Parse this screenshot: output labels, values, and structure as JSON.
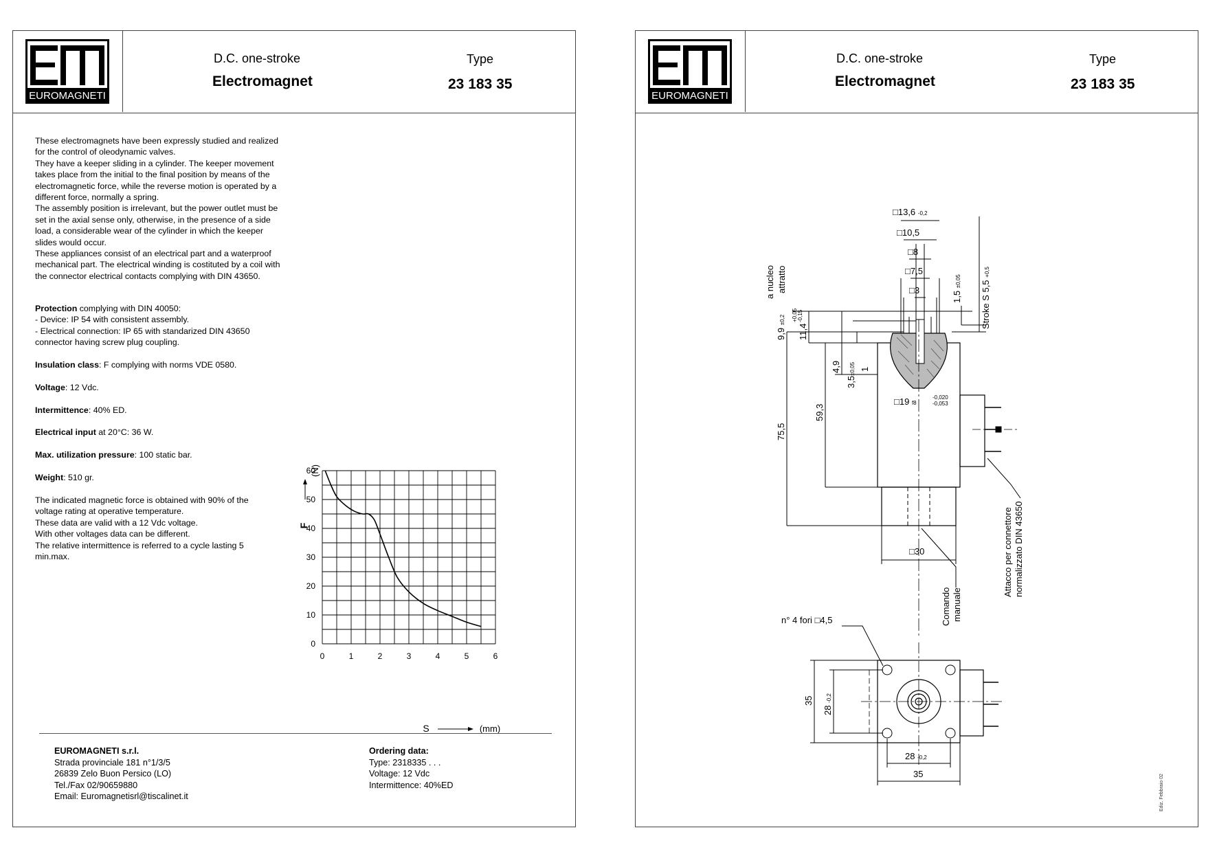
{
  "header": {
    "logo_text": "EUROMAGNETI",
    "subtitle": "D.C. one-stroke",
    "title": "Electromagnet",
    "type_label": "Type",
    "type_number": "23 183 35"
  },
  "description": [
    "These electromagnets have been expressly studied and realized for the control of oleodynamic valves.",
    "They have a keeper sliding in a cylinder. The keeper movement takes place from the initial to the final position by means of the electromagnetic force, while the reverse motion is operated by a different force, normally a spring.",
    "The assembly position is irrelevant, but the power outlet must be set in the axial sense only, otherwise, in the presence of a side load, a considerable wear of the cylinder in which the keeper slides would occur.",
    "These appliances consist of an electrical part and a waterproof mechanical part. The electrical winding is costituted by a coil with the connector electrical contacts complying with DIN 43650."
  ],
  "specs": {
    "protection_label": "Protection",
    "protection_text": " complying with DIN 40050:",
    "protection_device": "- Device: IP 54 with consistent assembly.",
    "protection_electrical": "- Electrical connection: IP 65 with standarized DIN 43650 connector having screw plug coupling.",
    "insulation_label": "Insulation class",
    "insulation_text": ": F complying with norms VDE 0580.",
    "voltage_label": "Voltage",
    "voltage_text": ": 12 Vdc.",
    "intermittence_label": "Intermittence",
    "intermittence_text": ": 40% ED.",
    "input_label": "Electrical input",
    "input_text": " at 20°C: 36 W.",
    "pressure_label": "Max. utilization pressure",
    "pressure_text": ": 100 static bar.",
    "weight_label": "Weight",
    "weight_text": ": 510 gr."
  },
  "notes": [
    "The indicated magnetic force is obtained with 90% of the voltage rating at operative temperature.",
    "These data are valid with a 12 Vdc voltage.",
    "With other voltages data can be different.",
    "The relative intermittence is referred to a cycle lasting 5 min.max."
  ],
  "chart_data": {
    "type": "line",
    "title": "",
    "xlabel": "S",
    "xunit": "(mm)",
    "ylabel": "F",
    "yunit": "(N)",
    "xlim": [
      0,
      6
    ],
    "ylim": [
      0,
      60
    ],
    "x_ticks": [
      0,
      1,
      2,
      3,
      4,
      5,
      6
    ],
    "y_ticks": [
      0,
      10,
      20,
      30,
      40,
      50,
      60
    ],
    "grid": true,
    "x_minor_step": 0.5,
    "y_minor_step": 5,
    "series": [
      {
        "x": [
          0.1,
          0.3,
          0.5,
          0.8,
          1.1,
          1.4,
          1.6,
          1.8,
          2.0,
          2.3,
          2.6,
          3.0,
          3.5,
          4.0,
          4.5,
          5.0,
          5.5
        ],
        "y": [
          60,
          55,
          51,
          48,
          46,
          45,
          45,
          43,
          38,
          30,
          23,
          18,
          14,
          11.5,
          9.5,
          7.5,
          6
        ]
      }
    ]
  },
  "footer": {
    "company": "EUROMAGNETI s.r.l.",
    "address1": "Strada provinciale 181 n°1/3/5",
    "address2": "26839 Zelo Buon Persico (LO)",
    "phone": "Tel./Fax 02/90659880",
    "email": "Email: Euromagnetisrl@tiscalinet.it",
    "ordering_title": "Ordering data:",
    "ordering_type": "Type: 2318335 . . .",
    "ordering_voltage": "Voltage: 12 Vdc",
    "ordering_intermittence": "Intermittence: 40%ED"
  },
  "drawing": {
    "dim_13_6": "13,6",
    "tol_13_6": "-0,2",
    "dim_10_5": "10,5",
    "dim_8": "8",
    "dim_7_5": "7,5",
    "dim_3": "3",
    "dim_1_5": "1,5",
    "tol_1_5": "±0,05",
    "stroke": "Stroke S  5,5",
    "tol_stroke": "+0,5",
    "nucleo_1": "a nucleo",
    "nucleo_2": "attratto",
    "dim_9_9": "9,9",
    "tol_9_9": "±0,2",
    "dim_11_4": "11,4",
    "tol_11_4_up": "+0,05",
    "tol_11_4_dn": "-0,15",
    "dim_4_9": "4,9",
    "dim_3_5": "3,5",
    "tol_3_5": "±0,05",
    "dim_1": "1",
    "dim_19": "19",
    "fit_19": "f8",
    "tol_19_up": "-0,020",
    "tol_19_dn": "-0,053",
    "dim_59_3": "59,3",
    "dim_75_5": "75,5",
    "dim_30": "30",
    "comando_1": "Comando",
    "comando_2": "manuale",
    "attacco_1": "Attacco per connettore",
    "attacco_2": "normalizzato DIN 43650",
    "holes_label": "n° 4 fori",
    "holes_dim": "4,5",
    "dim_35_v": "35",
    "dim_28_v": "28",
    "tol_28_v": "-0,2",
    "dim_28_h": "28",
    "tol_28_h": "-0,2",
    "dim_35_h": "35",
    "edition": "Ediz. Febbraio 02"
  }
}
